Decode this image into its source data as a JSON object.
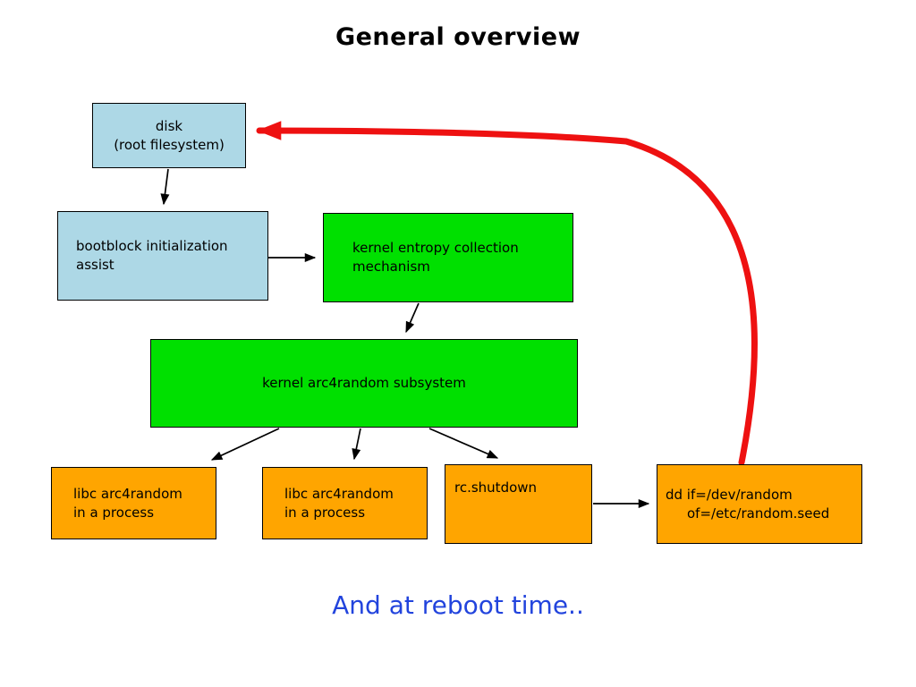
{
  "title": "General overview",
  "footer": "And at reboot time..",
  "colors": {
    "box_blue": "#add8e6",
    "box_green": "#00e000",
    "box_orange": "#ffa500",
    "arrow_black": "#000000",
    "arrow_red": "#ee1111",
    "footer_text": "#2244dd"
  },
  "nodes": {
    "disk": {
      "lines": [
        "disk",
        "(root filesystem)"
      ]
    },
    "bootblock": {
      "lines": [
        "bootblock initialization",
        "assist"
      ]
    },
    "entropy": {
      "lines": [
        "kernel entropy collection",
        "mechanism"
      ]
    },
    "arc4": {
      "lines": [
        "kernel arc4random subsystem"
      ]
    },
    "libc1": {
      "lines": [
        "libc arc4random",
        "in a process"
      ]
    },
    "libc2": {
      "lines": [
        "libc arc4random",
        "in a process"
      ]
    },
    "rcshutdown": {
      "lines": [
        "rc.shutdown"
      ]
    },
    "dd": {
      "lines": [
        "dd if=/dev/random",
        "of=/etc/random.seed"
      ]
    }
  }
}
